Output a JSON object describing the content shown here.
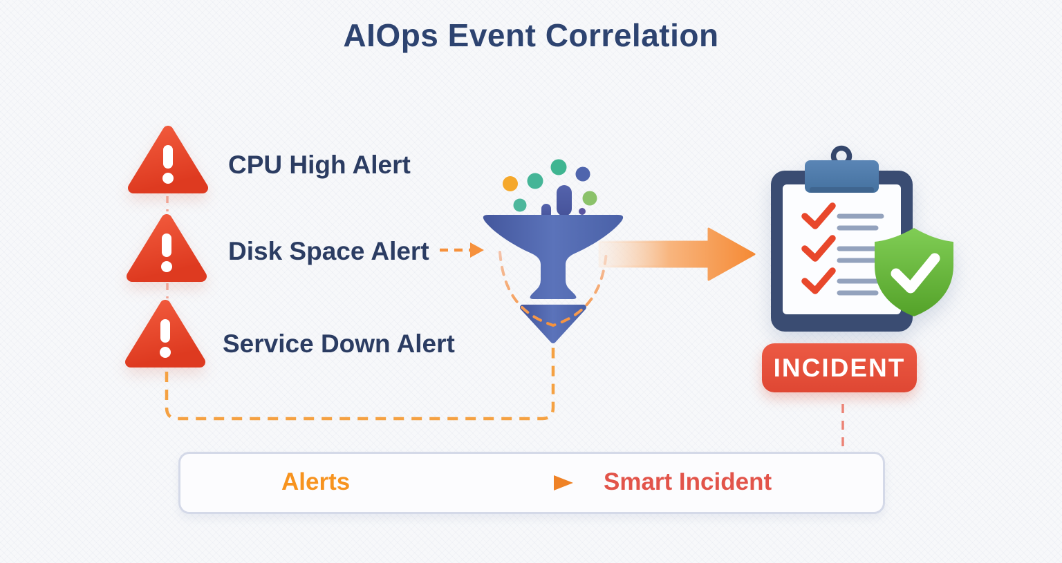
{
  "title": "AIOps Event Correlation",
  "alerts": {
    "items": [
      {
        "label": "CPU High Alert",
        "icon": "warning-triangle-icon"
      },
      {
        "label": "Disk Space Alert",
        "icon": "warning-triangle-icon"
      },
      {
        "label": "Service Down Alert",
        "icon": "warning-triangle-icon"
      }
    ]
  },
  "funnel": {
    "icon": "correlation-funnel-icon"
  },
  "incident": {
    "badge": "INCIDENT",
    "clipboard_icon": "incident-checklist-icon",
    "shield_icon": "shield-check-icon",
    "checklist_rows": 3
  },
  "legend": {
    "alerts_label": "Alerts",
    "smart_incident_label": "Smart Incident"
  },
  "colors": {
    "background": "#f7f8fa",
    "title_text": "#2d4370",
    "alert_label_text": "#2b3c62",
    "alert_triangle_red": "#e8452b",
    "funnel_blue": "#5068ae",
    "dot_orange": "#f5a82b",
    "dot_teal": "#43b596",
    "dot_green": "#8bc26a",
    "dot_blue": "#4f65ad",
    "dot_purple": "#5a55a0",
    "arrow_orange": "#f6913c",
    "dashed_orange": "#f5a142",
    "dashed_salmon": "#f0a494",
    "dashed_red": "#ec8376",
    "clipboard_navy": "#3a4c72",
    "clip_blue": "#4b7aad",
    "check_red": "#e8472b",
    "line_gray": "#93a2bd",
    "shield_green": "#66bb3f",
    "incident_badge_bg": "#e6503c",
    "incident_badge_text": "#ffffff",
    "legend_alerts_text": "#f7931f",
    "legend_smart_incident_text": "#e2544a",
    "legend_border": "#d4d9e8"
  }
}
